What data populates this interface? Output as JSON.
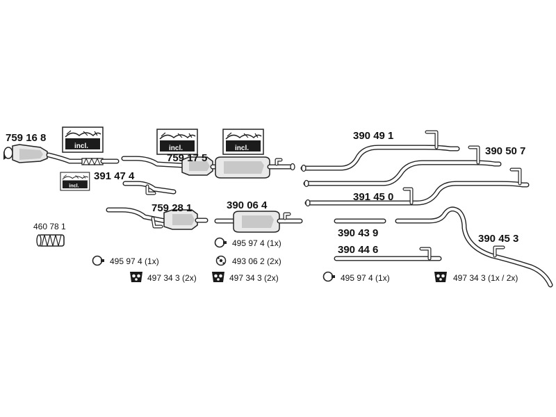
{
  "parts": {
    "p759168": "759 16 8",
    "p391474": "391 47 4",
    "p759175": "759 17 5",
    "p759281": "759 28 1",
    "p390064": "390 06 4",
    "p460781": "460 78 1",
    "p390491": "390 49 1",
    "p390507": "390 50 7",
    "p391450": "391 45 0",
    "p390439": "390 43 9",
    "p390446": "390 44 6",
    "p390453": "390 45 3"
  },
  "accessories": {
    "a1": "495 97 4 (1x)",
    "a2": "497 34 3 (2x)",
    "a3": "495 97 4 (1x)",
    "a4": "493 06 2 (2x)",
    "a5": "497 34 3 (2x)",
    "a6": "495 97 4 (1x)",
    "a7": "497 34 3 (1x / 2x)"
  },
  "kit_label": "incl.",
  "icons": [
    "clamp-ring-icon",
    "rubber-hanger-icon",
    "flange-gasket-icon",
    "mounting-kit-icon",
    "flex-pipe-icon"
  ]
}
